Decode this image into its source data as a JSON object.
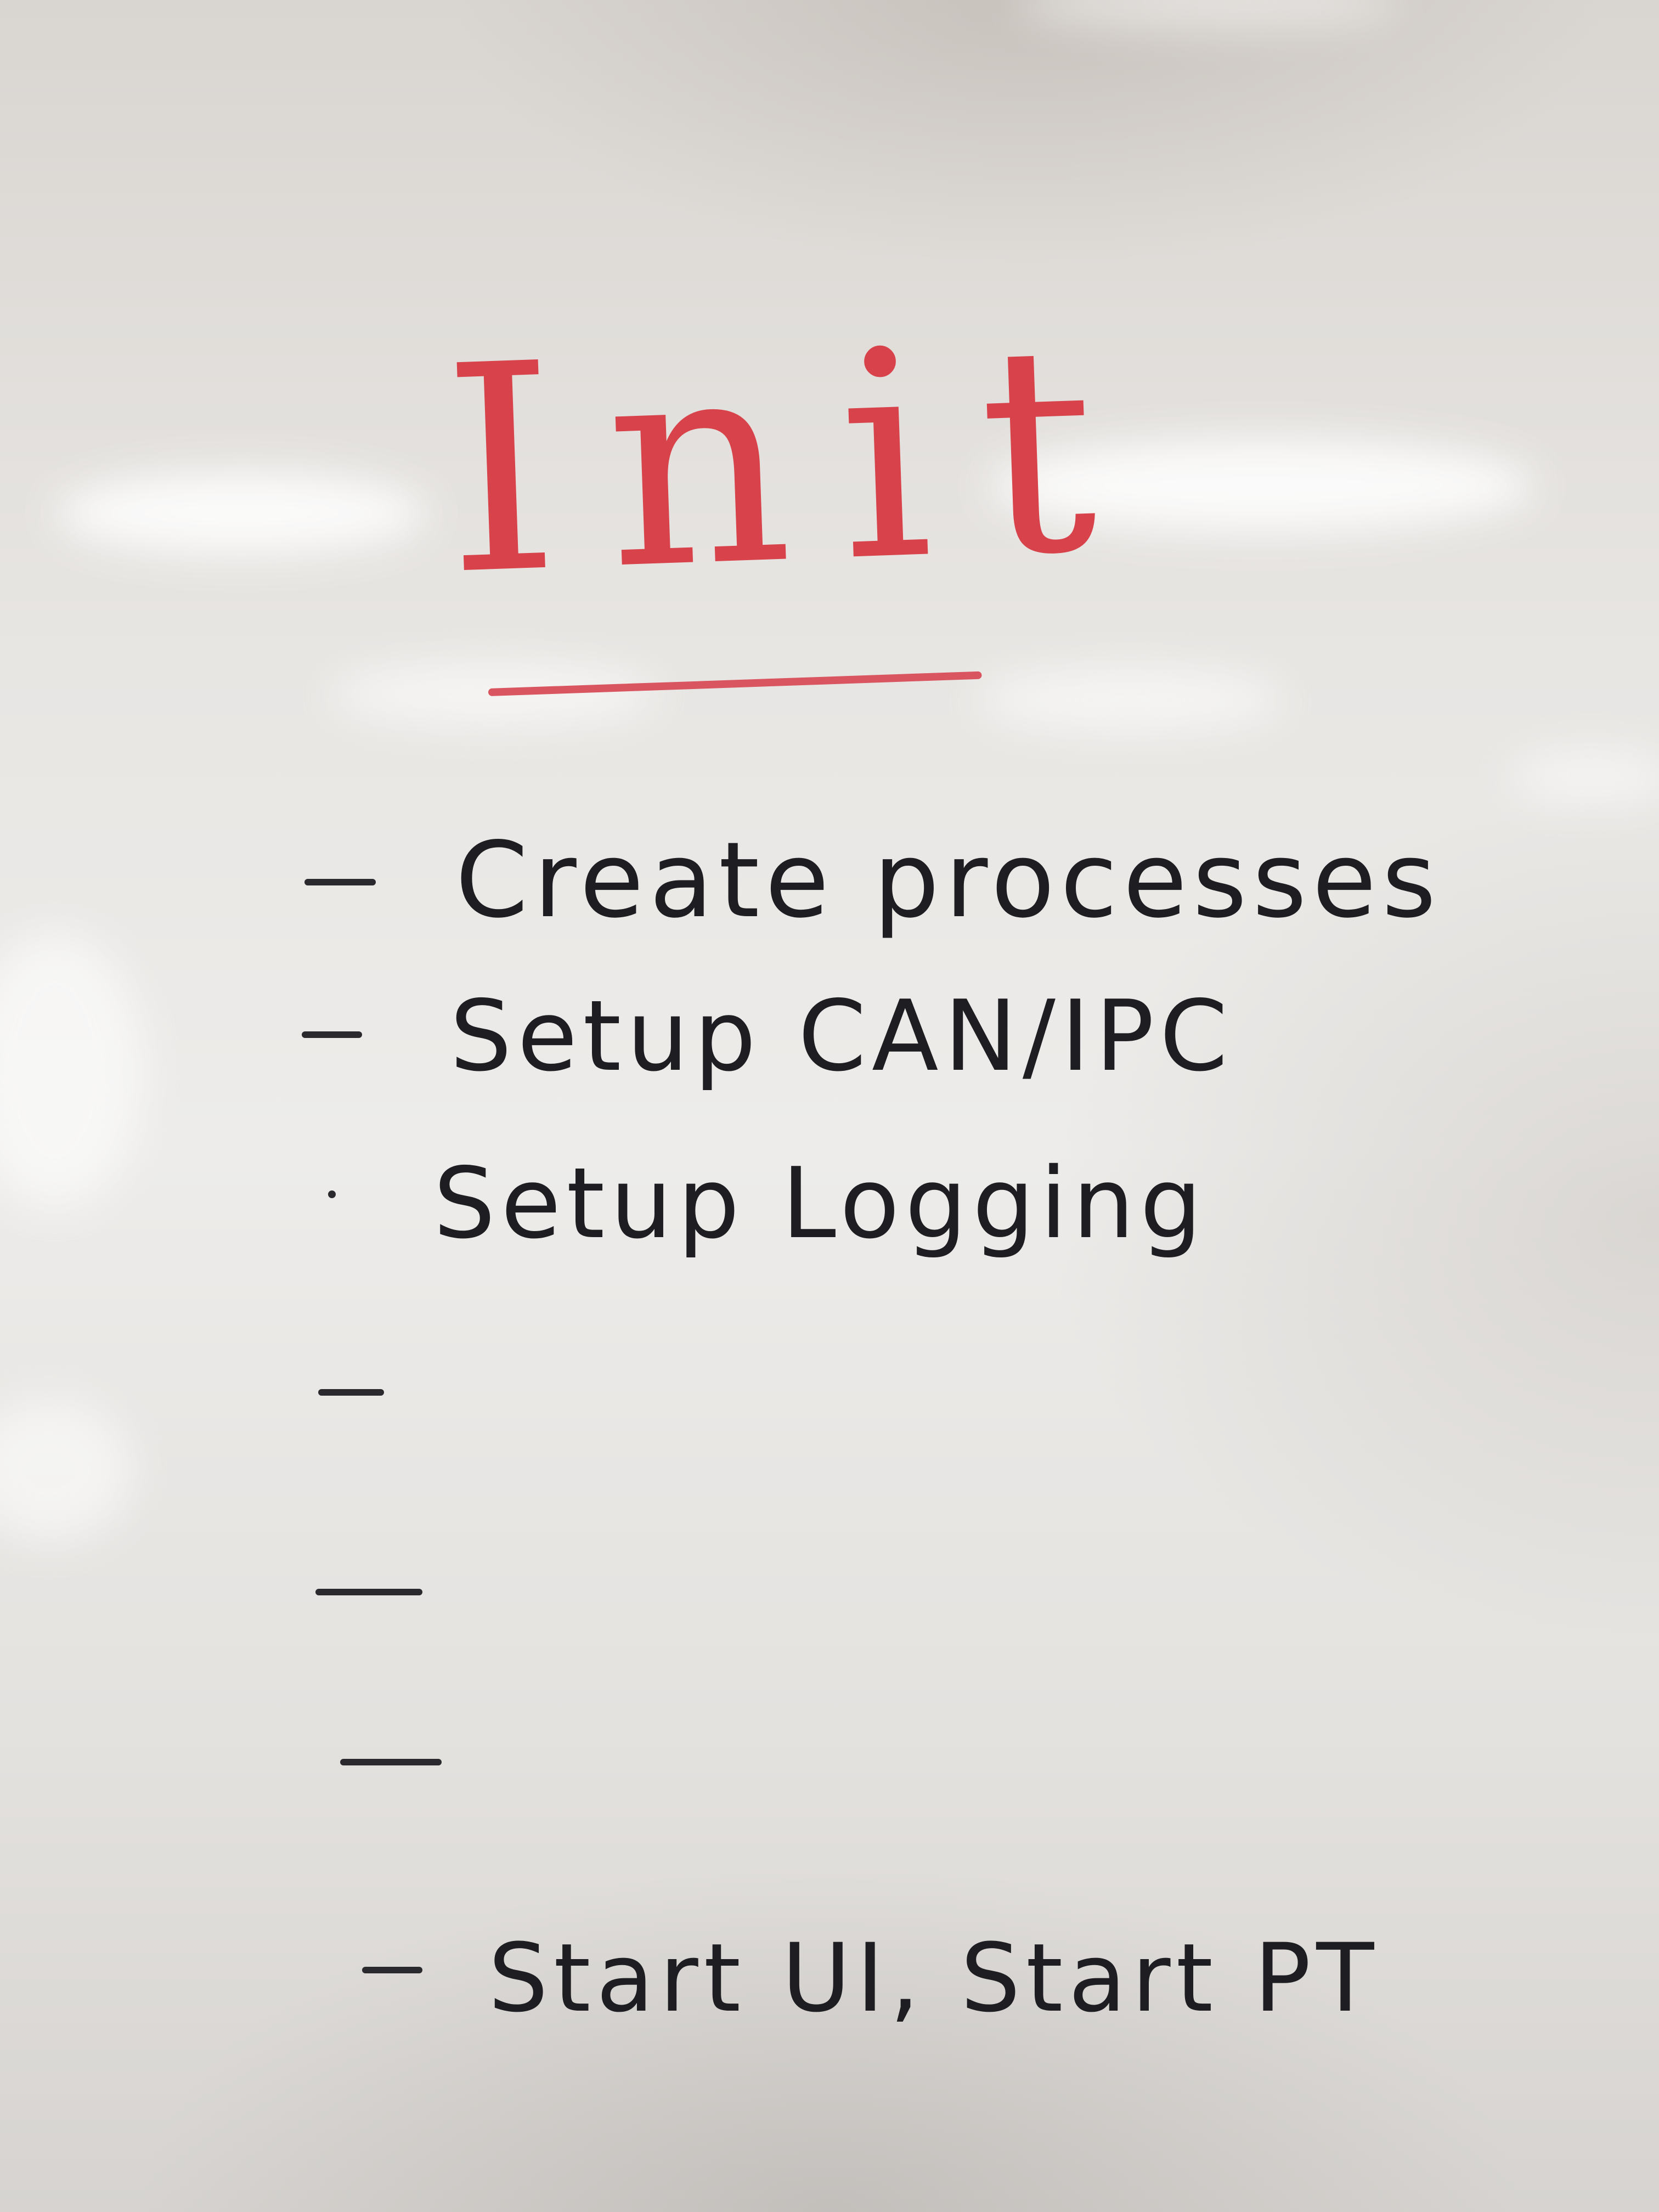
{
  "board": {
    "title": "Init",
    "items": [
      {
        "text": "Create processes"
      },
      {
        "text": "Setup CAN/IPC"
      },
      {
        "text": "Setup Logging"
      },
      {
        "text": ""
      },
      {
        "text": ""
      },
      {
        "text": ""
      },
      {
        "text": "Start UI, Start PT"
      }
    ]
  },
  "colors": {
    "title_ink": "#d8434b",
    "item_ink": "#1e1e22",
    "board": "#e9e7e4"
  }
}
